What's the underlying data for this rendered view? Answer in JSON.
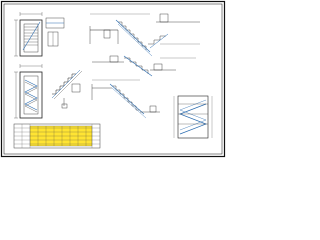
{
  "drawing": {
    "sheet_color": "#ffffff",
    "frame_color": "#111111",
    "line_color": "#222222",
    "accent_color": "#2b6cb0",
    "table_fill_color": "#ffe433",
    "table_line_color": "#444444"
  },
  "views": [
    {
      "name": "stair-plan-upper",
      "description_icon": "stair-plan-icon"
    },
    {
      "name": "stair-plan-lower",
      "description_icon": "stair-plan-icon"
    },
    {
      "name": "stair-section-upper-right",
      "description_icon": "stair-section-icon"
    },
    {
      "name": "stair-section-middle-right",
      "description_icon": "stair-section-icon"
    },
    {
      "name": "stair-section-lower-right",
      "description_icon": "stair-section-icon"
    },
    {
      "name": "stair-elevation-right",
      "description_icon": "stair-elevation-icon"
    },
    {
      "name": "schedule-table",
      "description_icon": "table-icon"
    }
  ]
}
